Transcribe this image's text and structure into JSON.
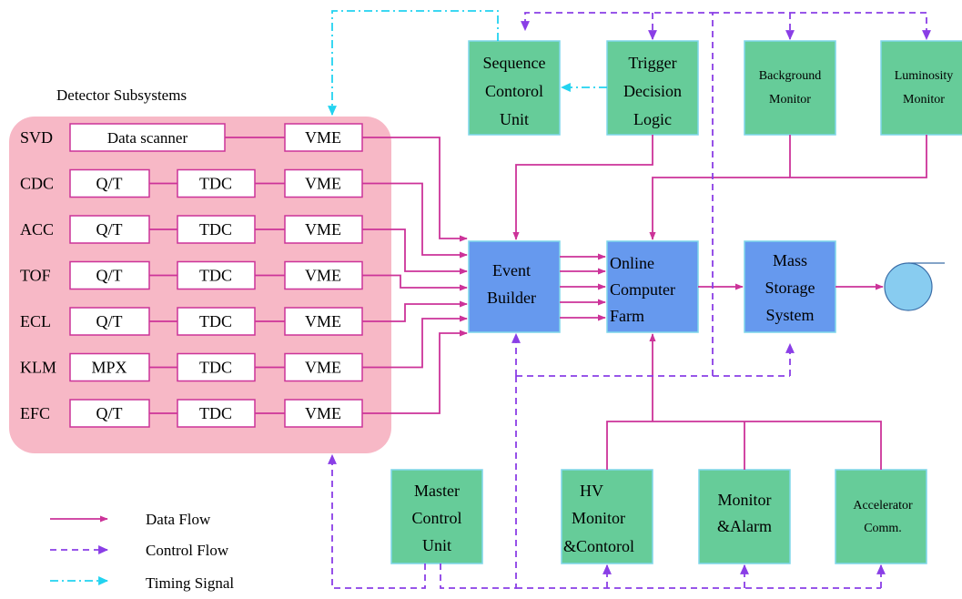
{
  "title": "Detector Subsystems",
  "subsystems": [
    {
      "name": "SVD",
      "stage1": "Data scanner",
      "stage2": "",
      "readout": "VME"
    },
    {
      "name": "CDC",
      "stage1": "Q/T",
      "stage2": "TDC",
      "readout": "VME"
    },
    {
      "name": "ACC",
      "stage1": "Q/T",
      "stage2": "TDC",
      "readout": "VME"
    },
    {
      "name": "TOF",
      "stage1": "Q/T",
      "stage2": "TDC",
      "readout": "VME"
    },
    {
      "name": "ECL",
      "stage1": "Q/T",
      "stage2": "TDC",
      "readout": "VME"
    },
    {
      "name": "KLM",
      "stage1": "MPX",
      "stage2": "TDC",
      "readout": "VME"
    },
    {
      "name": "EFC",
      "stage1": "Q/T",
      "stage2": "TDC",
      "readout": "VME"
    }
  ],
  "top_units": {
    "sequence": "Sequence Contorol Unit",
    "trigger": "Trigger Decision Logic",
    "background": "Background Monitor",
    "luminosity": "Luminosity Monitor"
  },
  "core_units": {
    "event_builder": "Event Builder",
    "farm": "Online Computer Farm",
    "storage": "Mass Storage System"
  },
  "bottom_units": {
    "master": "Master Control Unit",
    "hv": "HV Monitor &Contorol",
    "alarm": "Monitor &Alarm",
    "accel": "Accelerator Comm."
  },
  "legend": {
    "data": "Data Flow",
    "control": "Control Flow",
    "timing": "Timing Signal"
  },
  "colors": {
    "detector_region": "#f7b8c6",
    "green_unit": "#66cc99",
    "blue_unit": "#6699ee",
    "tape": "#88ccf0",
    "data_flow": "#cc3399",
    "control_flow": "#8a3ee6",
    "timing_signal": "#22d3f0"
  }
}
